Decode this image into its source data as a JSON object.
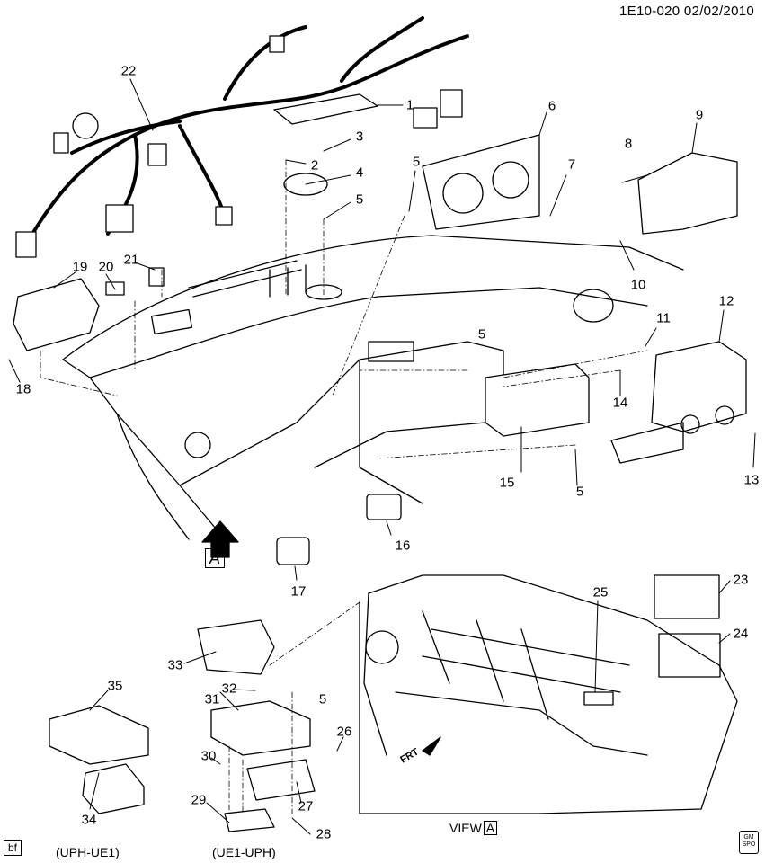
{
  "header": {
    "ref": "1E10-020  02/02/2010"
  },
  "callouts": [
    {
      "id": "c1",
      "text": "1"
    },
    {
      "id": "c2",
      "text": "2"
    },
    {
      "id": "c3",
      "text": "3"
    },
    {
      "id": "c4",
      "text": "4"
    },
    {
      "id": "c5a",
      "text": "5"
    },
    {
      "id": "c5b",
      "text": "5"
    },
    {
      "id": "c5c",
      "text": "5"
    },
    {
      "id": "c5d",
      "text": "5"
    },
    {
      "id": "c5e",
      "text": "5"
    },
    {
      "id": "c6",
      "text": "6"
    },
    {
      "id": "c7",
      "text": "7"
    },
    {
      "id": "c8",
      "text": "8"
    },
    {
      "id": "c9",
      "text": "9"
    },
    {
      "id": "c10",
      "text": "10"
    },
    {
      "id": "c11",
      "text": "11"
    },
    {
      "id": "c12",
      "text": "12"
    },
    {
      "id": "c13",
      "text": "13"
    },
    {
      "id": "c14",
      "text": "14"
    },
    {
      "id": "c15",
      "text": "15"
    },
    {
      "id": "c16",
      "text": "16"
    },
    {
      "id": "c17",
      "text": "17"
    },
    {
      "id": "c18",
      "text": "18"
    },
    {
      "id": "c19",
      "text": "19"
    },
    {
      "id": "c20",
      "text": "20"
    },
    {
      "id": "c21",
      "text": "21"
    },
    {
      "id": "c22",
      "text": "22"
    },
    {
      "id": "c23",
      "text": "23"
    },
    {
      "id": "c24",
      "text": "24"
    },
    {
      "id": "c25",
      "text": "25"
    },
    {
      "id": "c26",
      "text": "26"
    },
    {
      "id": "c27",
      "text": "27"
    },
    {
      "id": "c28",
      "text": "28"
    },
    {
      "id": "c29",
      "text": "29"
    },
    {
      "id": "c30",
      "text": "30"
    },
    {
      "id": "c31",
      "text": "31"
    },
    {
      "id": "c32",
      "text": "32"
    },
    {
      "id": "c33",
      "text": "33"
    },
    {
      "id": "c34",
      "text": "34"
    },
    {
      "id": "c35",
      "text": "35"
    }
  ],
  "labels": {
    "view_text": "VIEW",
    "view_letter": "A",
    "view_marker": "A",
    "frt": "FRT",
    "left_caption": "(UPH-UE1)",
    "mid_caption": "(UE1-UPH)",
    "bf": "bf",
    "gm_logo": "GM SPO"
  },
  "colors": {
    "line": "#000000",
    "fill": "#ffffff",
    "shade": "#cfcfcf",
    "dark": "#555555"
  }
}
